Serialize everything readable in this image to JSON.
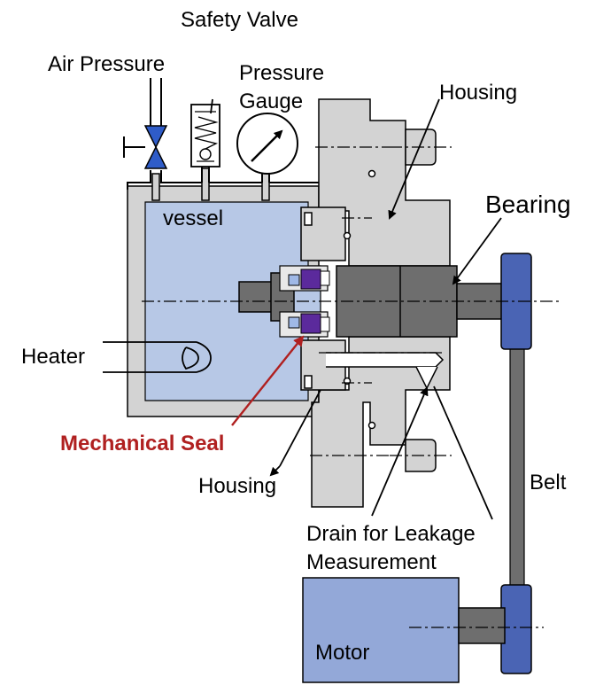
{
  "labels": {
    "safety_valve": "Safety Valve",
    "air_pressure": "Air Pressure",
    "pressure_gauge_line1": "Pressure",
    "pressure_gauge_line2": "Gauge",
    "housing_top": "Housing",
    "bearing": "Bearing",
    "vessel": "vessel",
    "heater": "Heater",
    "mechanical_seal": "Mechanical Seal",
    "housing_bottom": "Housing",
    "belt": "Belt",
    "drain_line1": "Drain for Leakage",
    "drain_line2": "Measurement",
    "motor": "Motor"
  },
  "colors": {
    "vessel_fill": "#b7c8e6",
    "housing_fill": "#d3d3d3",
    "shaft_fill": "#6e6e6e",
    "motor_fill": "#93a8d8",
    "pulley_fill": "#4a64b4",
    "valve_fill": "#2f5cc8",
    "seal_accent": "#b02020"
  },
  "icons": [
    "valve-icon",
    "spring-valve-icon",
    "gauge-icon",
    "heater-coil-icon",
    "pulley-icon"
  ]
}
